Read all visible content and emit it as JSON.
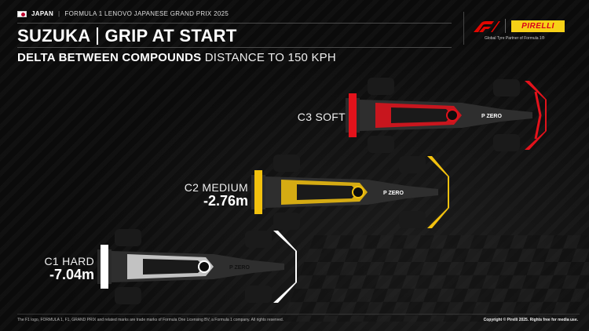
{
  "header": {
    "country": "JAPAN",
    "separator": "|",
    "event": "FORMULA 1 LENOVO JAPANESE GRAND PRIX 2025",
    "title_left": "SUZUKA",
    "title_right": "GRIP AT START",
    "subtitle_bold": "DELTA BETWEEN COMPOUNDS",
    "subtitle_light": "DISTANCE TO 150 KPH"
  },
  "brand": {
    "pirelli": "PIRELLI",
    "partner": "Global Tyre Partner of Formula 1®"
  },
  "compounds": [
    {
      "name": "C3 SOFT",
      "delta": "",
      "color": "#e3121b"
    },
    {
      "name": "C2 MEDIUM",
      "delta": "-2.76m",
      "color": "#f2c10e"
    },
    {
      "name": "C1 HARD",
      "delta": "-7.04m",
      "color": "#ffffff"
    }
  ],
  "tyre_text": "P ZERO",
  "footer": {
    "legal": "The F1 logo, FORMULA 1, F1, GRAND PRIX and related marks are trade marks of Formula One Licensing BV, a Formula 1 company. All rights reserved.",
    "copyright": "Copyright © Pirelli 2025. Rights free for media use."
  },
  "icons": [
    "japan-flag-icon",
    "f1-logo-icon",
    "pirelli-logo-icon"
  ]
}
